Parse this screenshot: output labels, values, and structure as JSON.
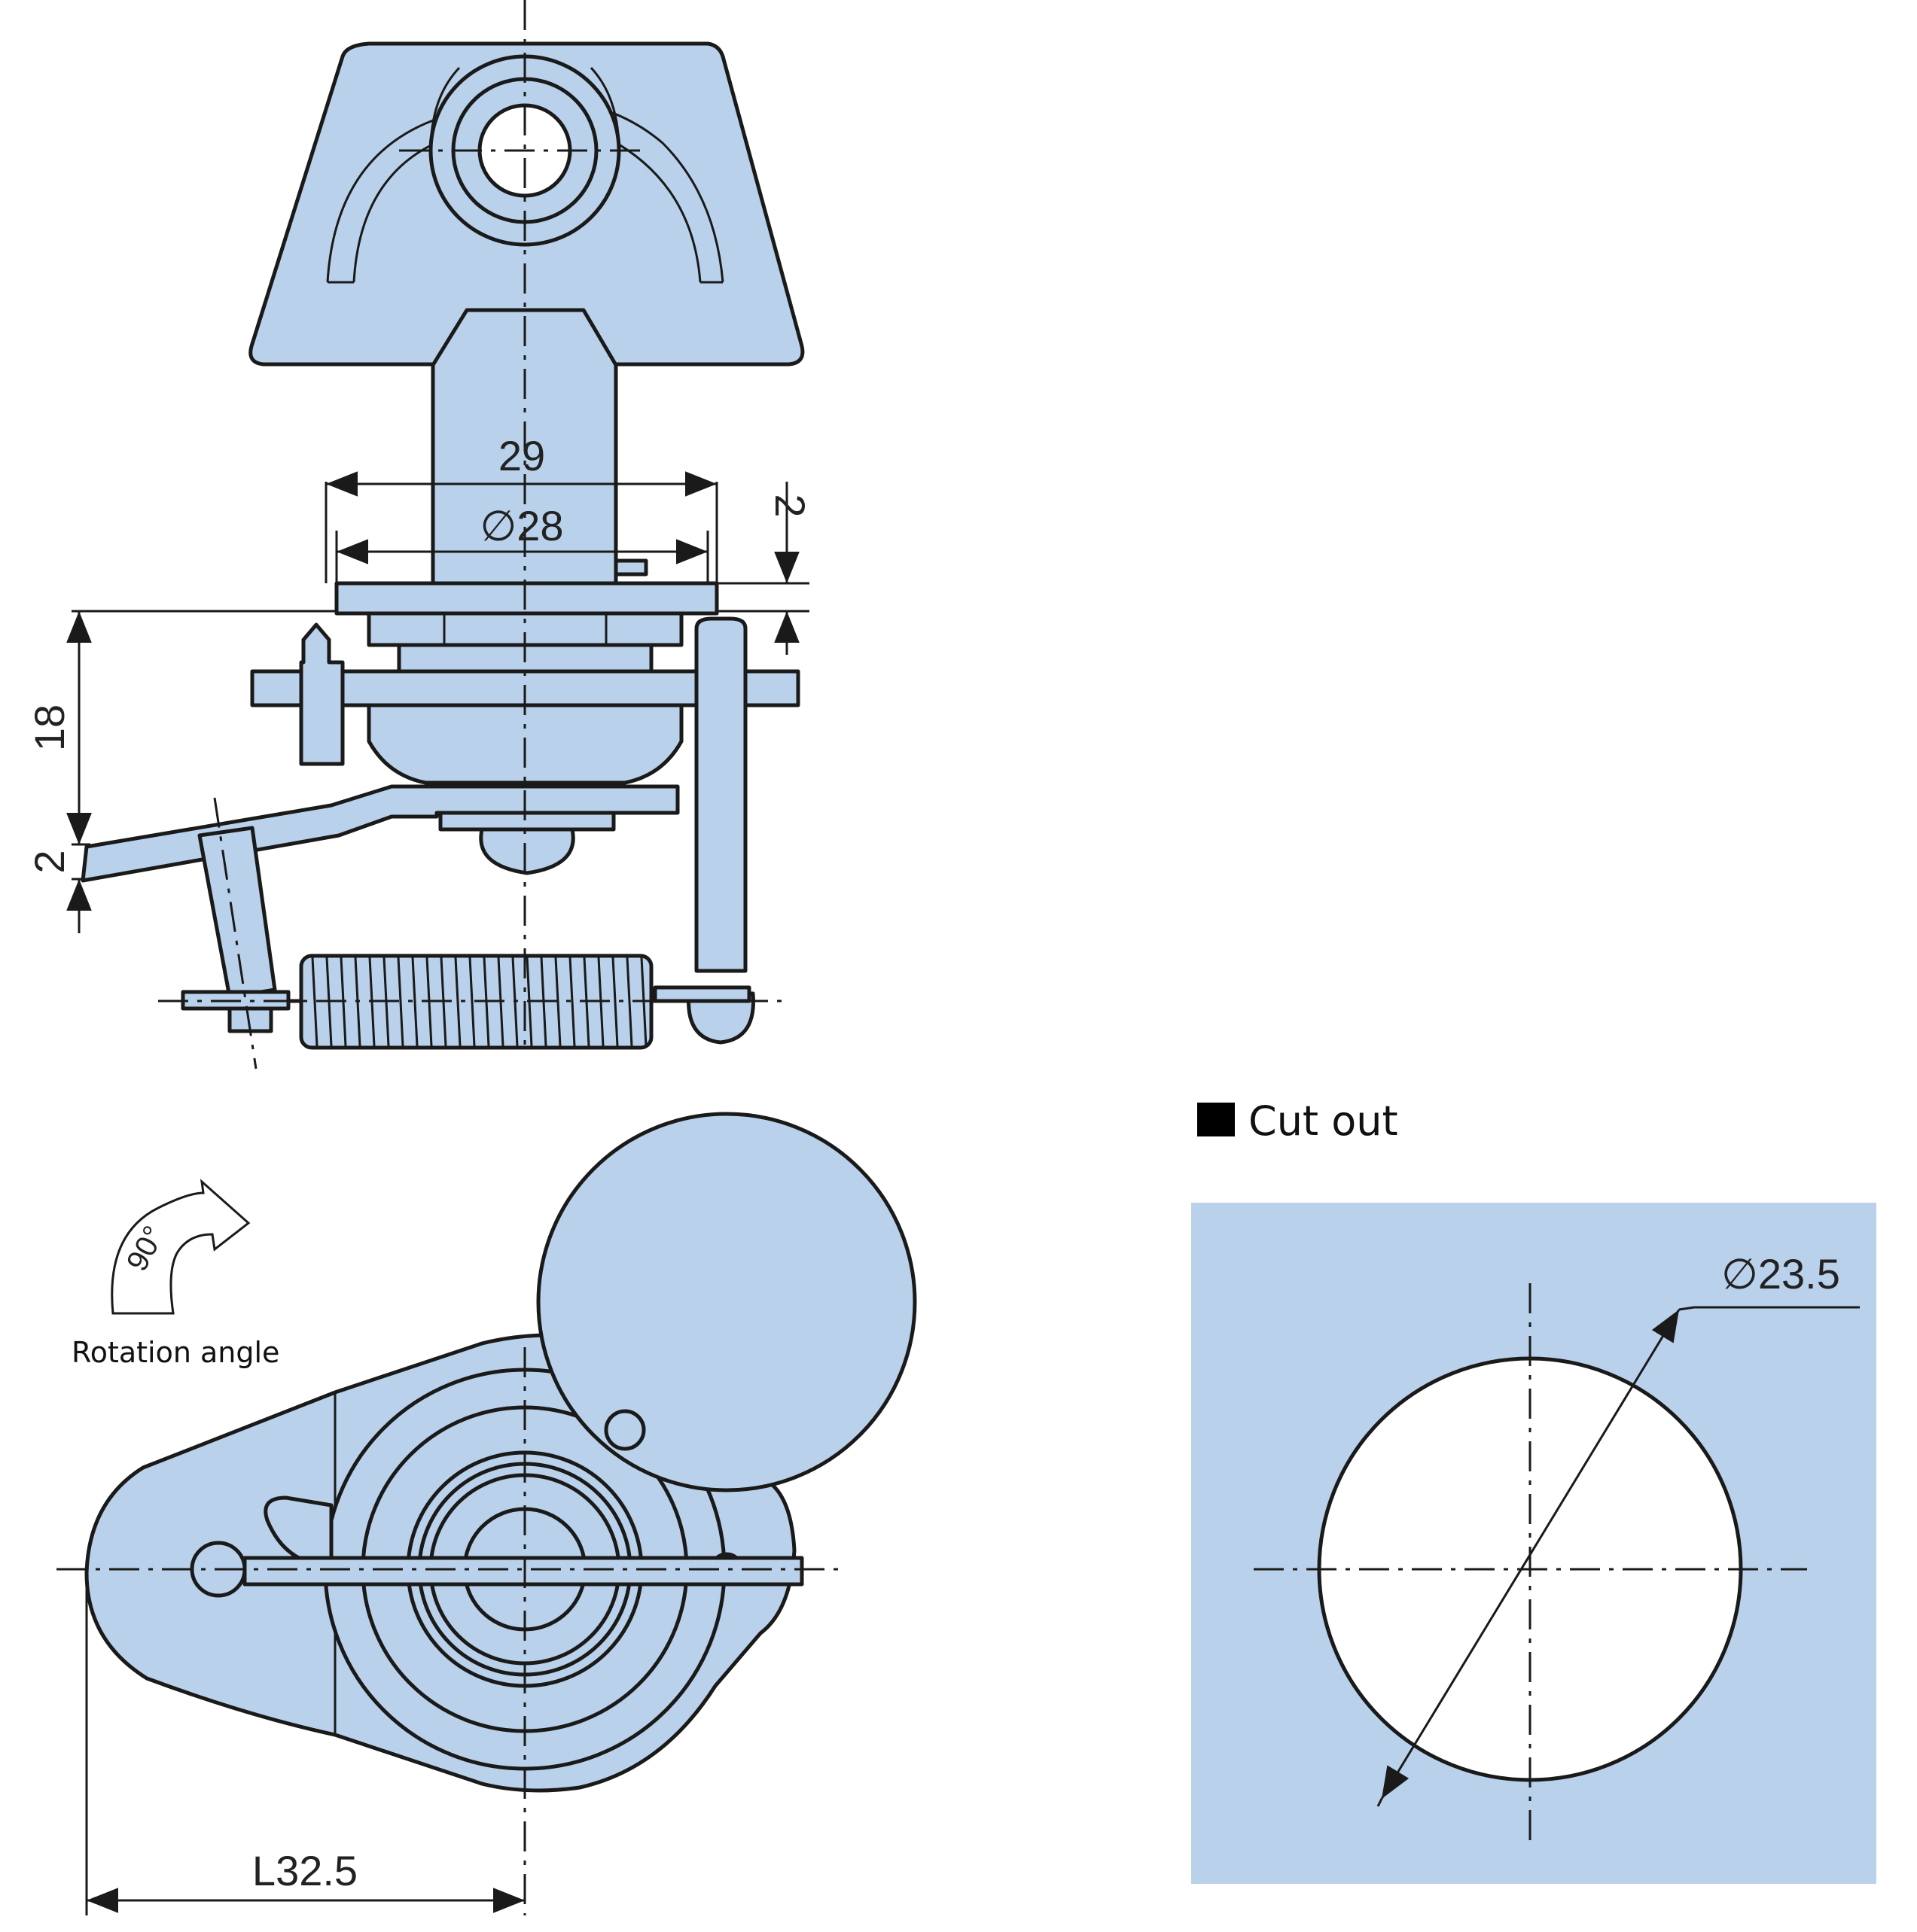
{
  "side_view": {
    "dim_width_outer": "29",
    "dim_diameter_body": "∅28",
    "dim_flange_thickness": "2",
    "dim_grip_range": "18",
    "dim_lever_thickness": "2"
  },
  "front_view": {
    "rotation_degrees": "90°",
    "rotation_label": "Rotation angle",
    "dim_length": "L32.5"
  },
  "cutout": {
    "heading": "Cut out",
    "dim_diameter": "∅23.5"
  },
  "colors": {
    "part_fill": "#b9d1ea",
    "outline": "#1a1a1a",
    "cutout_panel": "#b9d1ea"
  }
}
